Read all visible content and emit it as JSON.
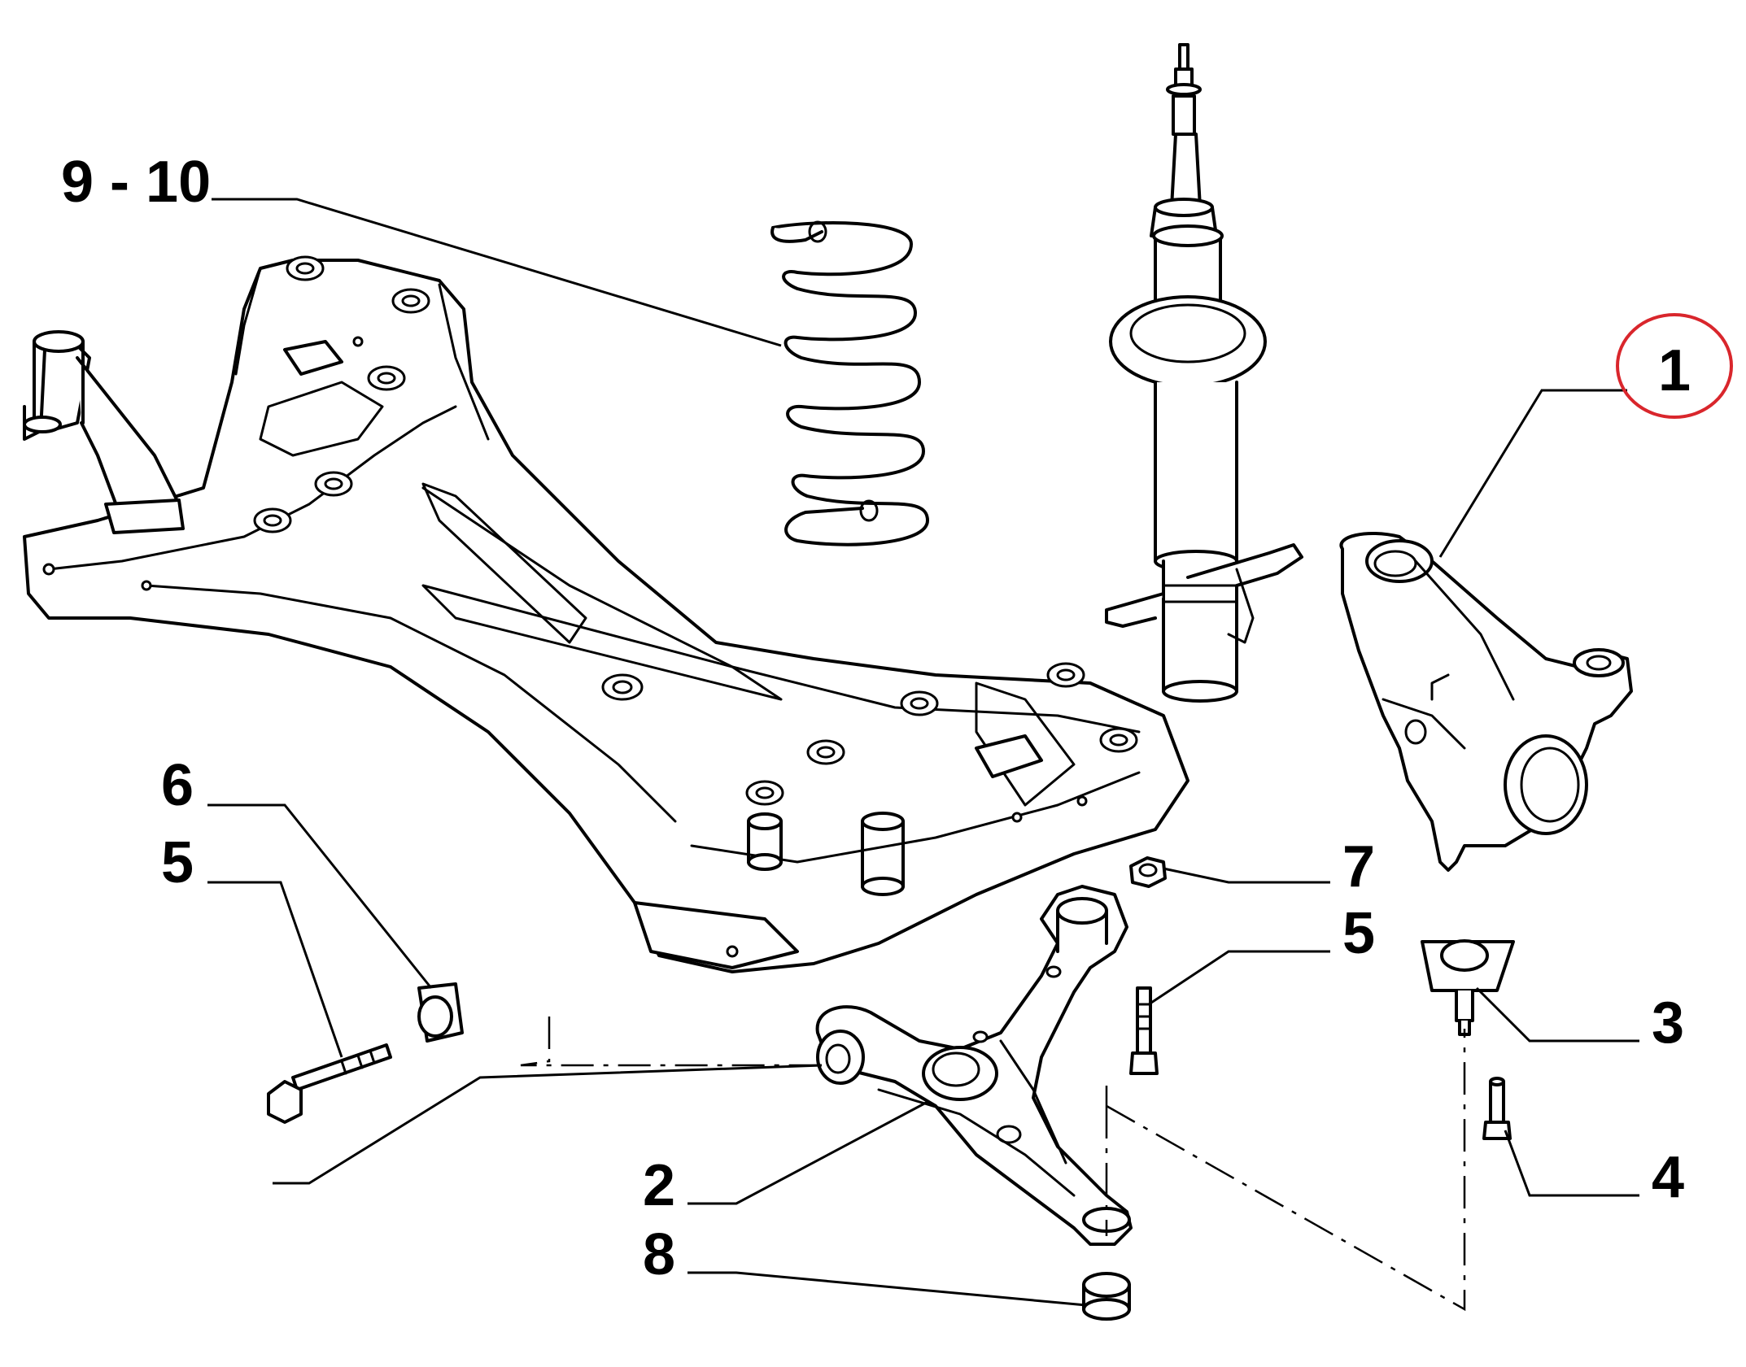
{
  "diagram": {
    "callouts": [
      {
        "id": "c-9-10",
        "label": "9 - 10",
        "part": "coil-spring"
      },
      {
        "id": "c-1",
        "label": "1",
        "part": "steering-knuckle",
        "highlighted": true
      },
      {
        "id": "c-6",
        "label": "6",
        "part": "bushing-insert"
      },
      {
        "id": "c-5a",
        "label": "5",
        "part": "mounting-bolt-left"
      },
      {
        "id": "c-7",
        "label": "7",
        "part": "nut"
      },
      {
        "id": "c-5b",
        "label": "5",
        "part": "mounting-bolt-right"
      },
      {
        "id": "c-3",
        "label": "3",
        "part": "ball-joint"
      },
      {
        "id": "c-4",
        "label": "4",
        "part": "ball-joint-bolt"
      },
      {
        "id": "c-2",
        "label": "2",
        "part": "lower-control-arm"
      },
      {
        "id": "c-8",
        "label": "8",
        "part": "control-arm-bushing"
      }
    ],
    "colors": {
      "line": "#000000",
      "background": "#ffffff",
      "highlight": "#d9262c"
    }
  }
}
